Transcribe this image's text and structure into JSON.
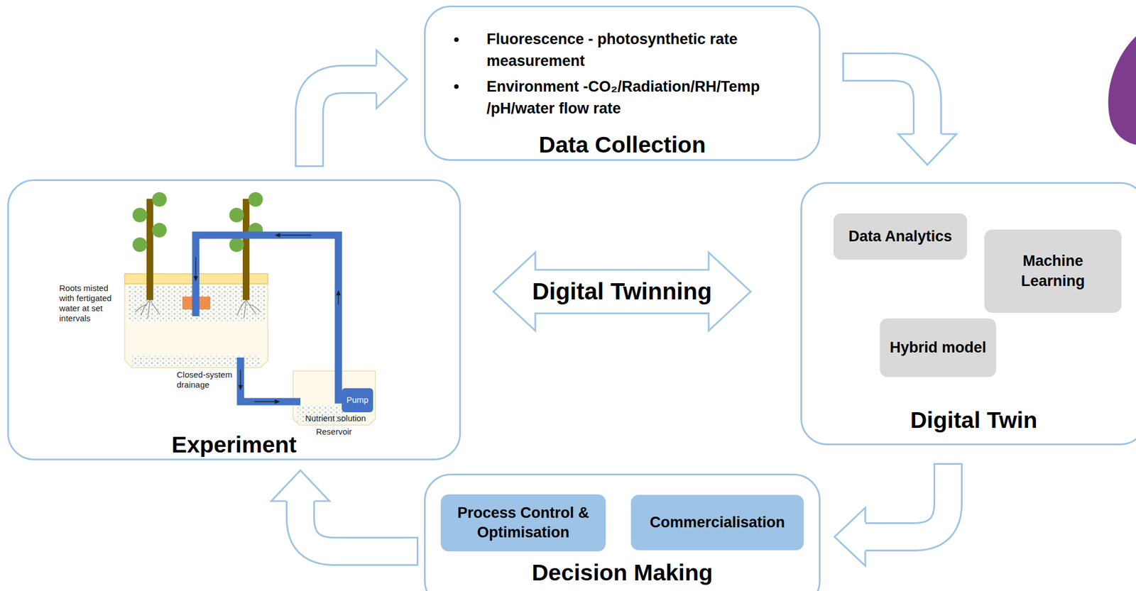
{
  "diagram": {
    "nodes": [
      {
        "text": [
          "Fluorescence - photosynthetic rate measurement",
          "Environment -CO₂/Radiation/RH/Temp /pH/water flow rate",
          "Data Collection"
        ]
      },
      {
        "text": [
          "Digital Twin"
        ]
      },
      {
        "text": [
          "Data Analytics"
        ],
        "in": 1
      },
      {
        "text": [
          "Machine Learning"
        ],
        "in": 1
      },
      {
        "text": [
          "Hybrid model"
        ],
        "in": 1
      },
      {
        "text": [
          "Decision Making"
        ]
      },
      {
        "text": [
          "Process Control & Optimisation"
        ],
        "in": 5
      },
      {
        "text": [
          "Commercialisation"
        ],
        "in": 5
      },
      {
        "text": [
          "Experiment"
        ]
      }
    ],
    "edges": [
      {
        "from": 8,
        "to": 0,
        "arrow": "to"
      },
      {
        "from": 0,
        "to": 1,
        "arrow": "to"
      },
      {
        "from": 1,
        "to": 5,
        "arrow": "to"
      },
      {
        "from": 5,
        "to": 8,
        "arrow": "to"
      },
      {
        "from": 8,
        "to": 1,
        "label": "Digital Twinning",
        "arrow": "both"
      }
    ],
    "labels": [
      "Roots misted with fertigated water at set intervals",
      "Closed-system drainage",
      "Pump",
      "Nutrient solution",
      "Reservoir"
    ]
  }
}
